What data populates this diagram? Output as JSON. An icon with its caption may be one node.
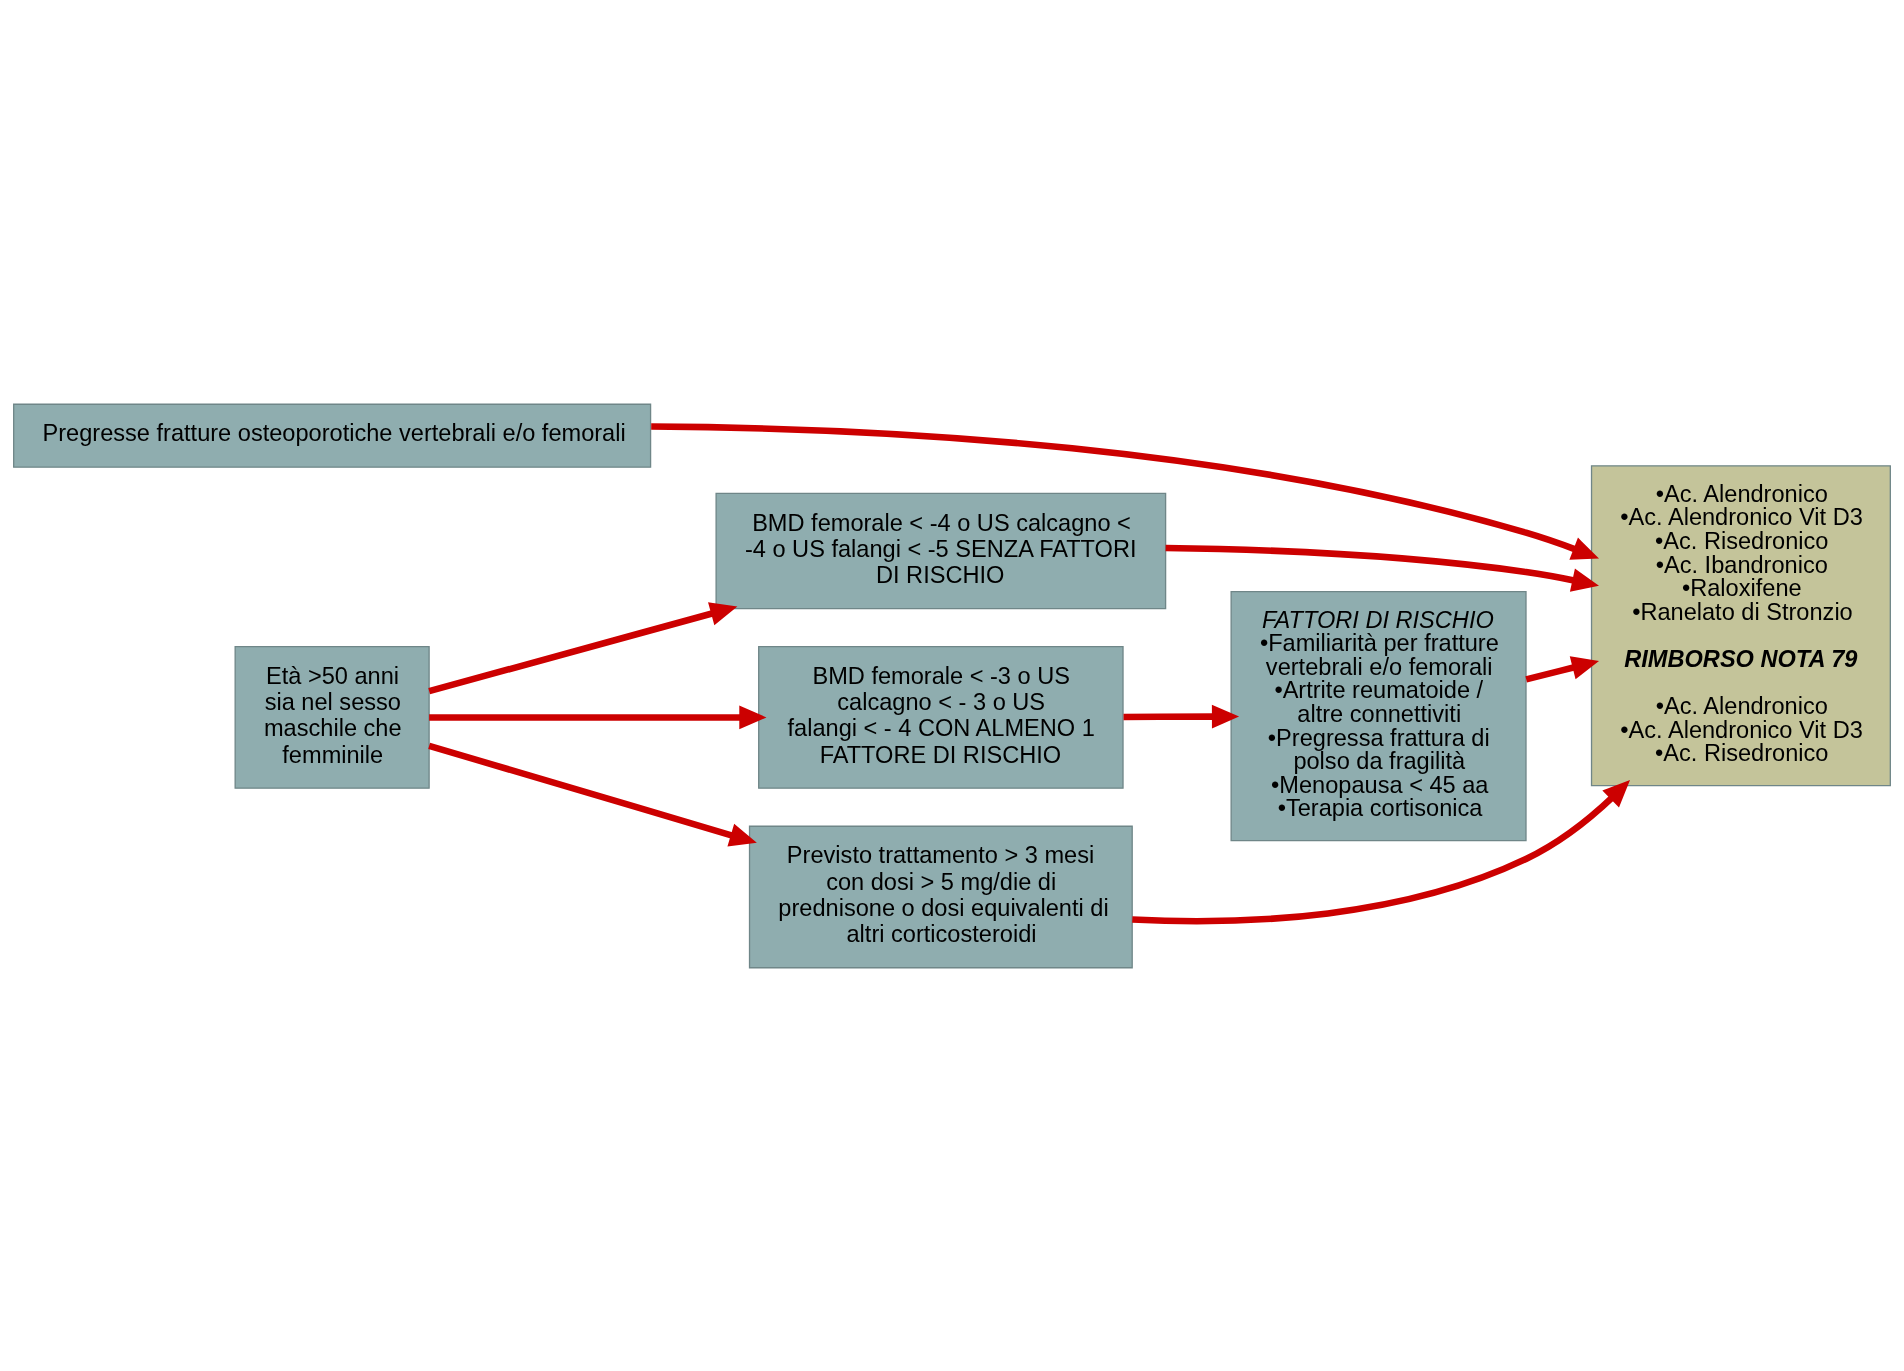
{
  "diagram": {
    "nodes": [
      {
        "text": [
          "Pregresse fratture osteoporotiche vertebrali e/o femorali"
        ]
      },
      {
        "text": [
          "Età >50 anni sia nel sesso maschile che femminile"
        ]
      },
      {
        "text": [
          "BMD femorale < -4 o US calcagno < -4 o US falangi < -5 SENZA FATTORI DI RISCHIO"
        ]
      },
      {
        "text": [
          "BMD femorale < -3 o US calcagno < - 3 o US falangi < - 4 CON ALMENO 1 FATTORE DI RISCHIO"
        ]
      },
      {
        "text": [
          "FATTORI DI RISCHIO",
          "•Familiarità per fratture vertebrali e/o femorali",
          "•Artrite reumatoide / altre connettiviti",
          "•Pregressa frattura di polso da fragilità",
          "•Menopausa < 45 aa",
          "•Terapia cortisonica"
        ]
      },
      {
        "text": [
          "Previsto trattamento > 3 mesi con dosi > 5 mg/die di prednisone o dosi equivalenti di altri corticosteroidi"
        ]
      },
      {
        "text": [
          "•Ac. Alendronico",
          "•Ac. Alendronico Vit D3",
          "•Ac. Risedronico",
          "•Ac. Ibandronico",
          "•Raloxifene",
          "•Ranelato di Stronzio",
          "RIMBORSO NOTA 79",
          "•Ac. Alendronico",
          "•Ac. Alendronico Vit D3",
          "•Ac. Risedronico"
        ]
      }
    ],
    "edges": [
      {
        "from": 0,
        "to": 6,
        "arrow": "to"
      },
      {
        "from": 1,
        "to": 2,
        "arrow": "to"
      },
      {
        "from": 2,
        "to": 6,
        "arrow": "to"
      },
      {
        "from": 1,
        "to": 3,
        "arrow": "to"
      },
      {
        "from": 3,
        "to": 4,
        "arrow": "to"
      },
      {
        "from": 4,
        "to": 6,
        "arrow": "to"
      },
      {
        "from": 1,
        "to": 5,
        "arrow": "to"
      },
      {
        "from": 5,
        "to": 6,
        "arrow": "to"
      }
    ]
  }
}
